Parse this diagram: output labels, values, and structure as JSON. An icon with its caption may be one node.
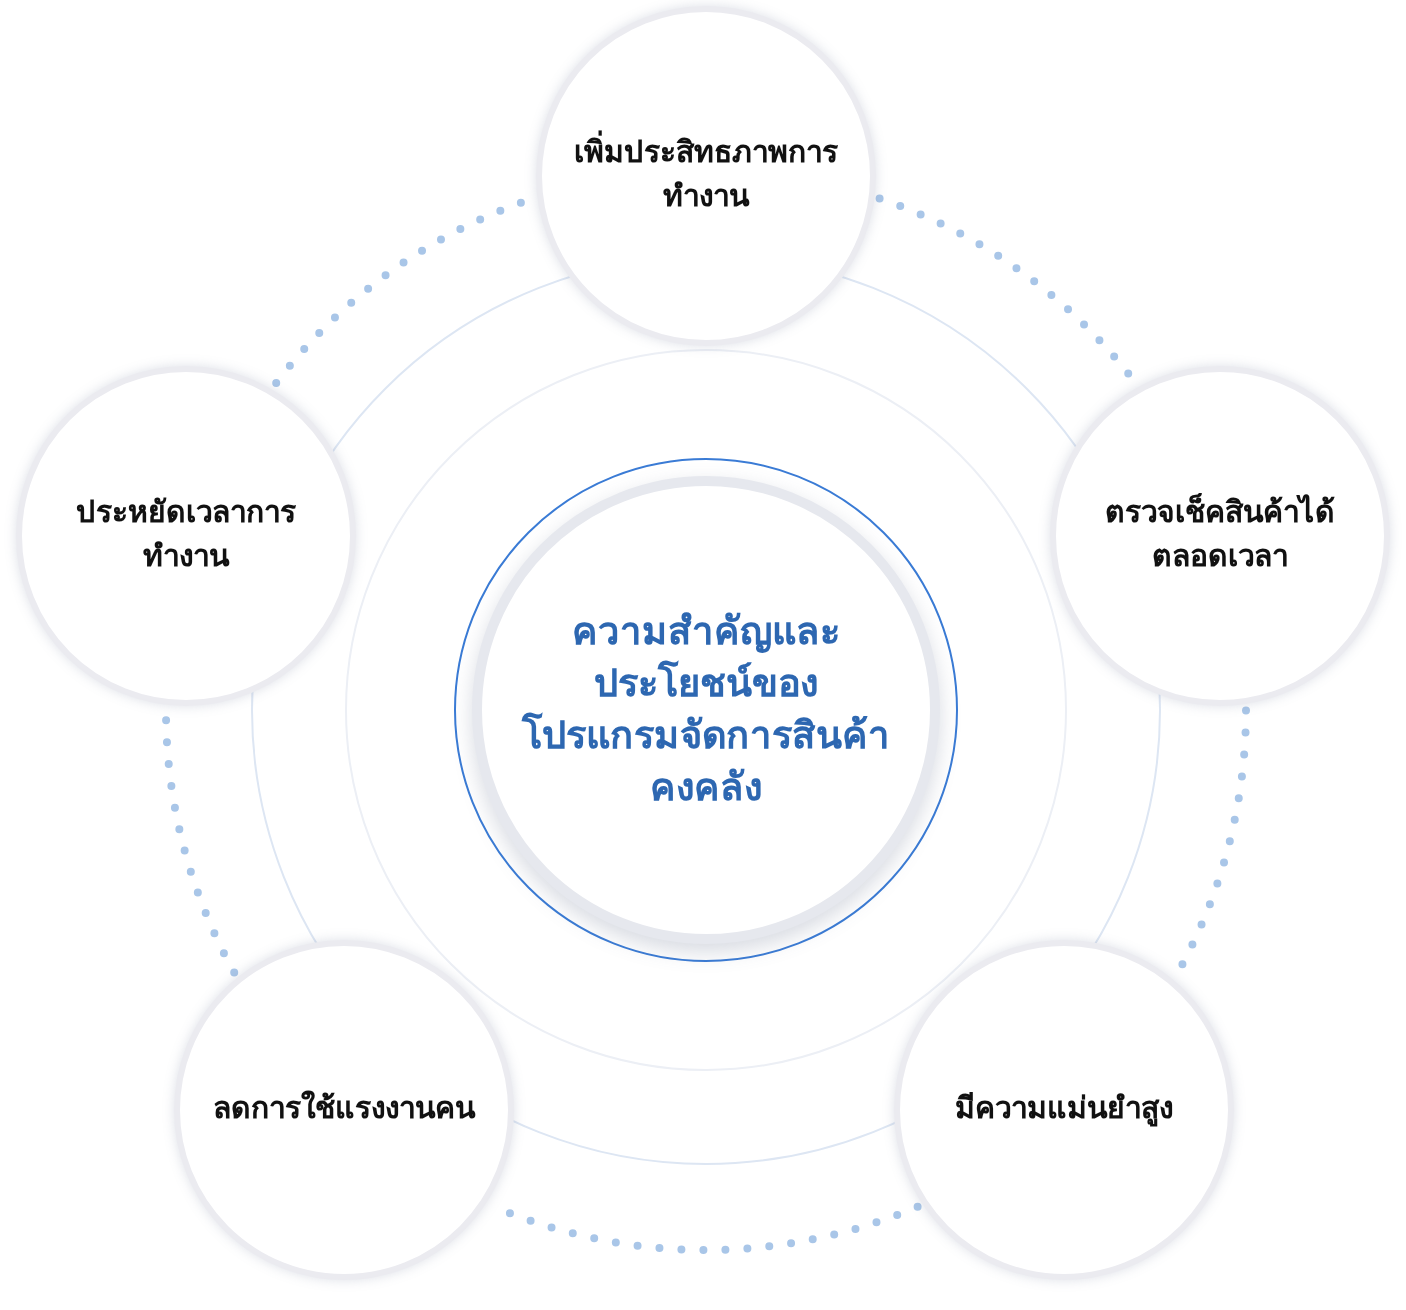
{
  "diagram": {
    "nodes": [
      {
        "text": [
          "ความสำคัญและประโยชน์ของโปรแกรมจัดการสินค้าคงคลัง"
        ]
      },
      {
        "text": [
          "เพิ่มประสิทธภาพการทำงาน"
        ]
      },
      {
        "text": [
          "ตรวจเช็คสินค้าได้ตลอดเวลา"
        ]
      },
      {
        "text": [
          "มีความแม่นยำสูง"
        ]
      },
      {
        "text": [
          "ลดการใช้แรงงานคน"
        ]
      },
      {
        "text": [
          "ประหยัดเวลาการทำงาน"
        ]
      }
    ],
    "edges": [
      {
        "from": 1,
        "to": 2,
        "arrow": "none",
        "style": "dashed"
      },
      {
        "from": 2,
        "to": 3,
        "arrow": "none",
        "style": "dashed"
      },
      {
        "from": 3,
        "to": 4,
        "arrow": "none",
        "style": "dashed"
      },
      {
        "from": 4,
        "to": 5,
        "arrow": "none",
        "style": "dashed"
      },
      {
        "from": 5,
        "to": 1,
        "arrow": "none",
        "style": "dashed"
      }
    ]
  }
}
